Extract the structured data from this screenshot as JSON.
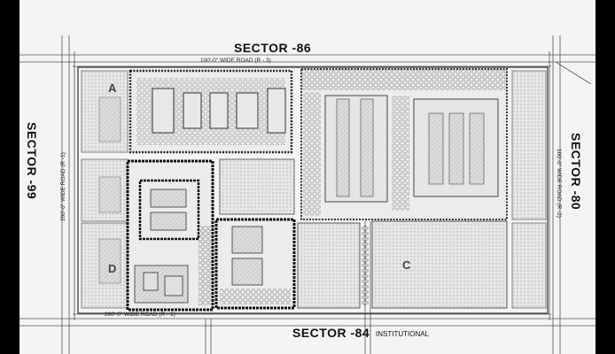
{
  "sectors": {
    "north": "SECTOR -86",
    "west": "SECTOR -99",
    "east": "SECTOR -80",
    "south": "SECTOR -84",
    "south_note": "INSTITUTIONAL"
  },
  "roads": {
    "north": "100'-0\" WIDE ROAD (R - 3)",
    "west": "200'-0\" WIDE ROAD (R -1)",
    "east": "100'-0\" WIDE ROAD (R -2)",
    "south": "200'-0\" WIDE ROAD (R - 1)"
  },
  "blocks": {
    "a": "A",
    "c": "C",
    "d": "D"
  }
}
